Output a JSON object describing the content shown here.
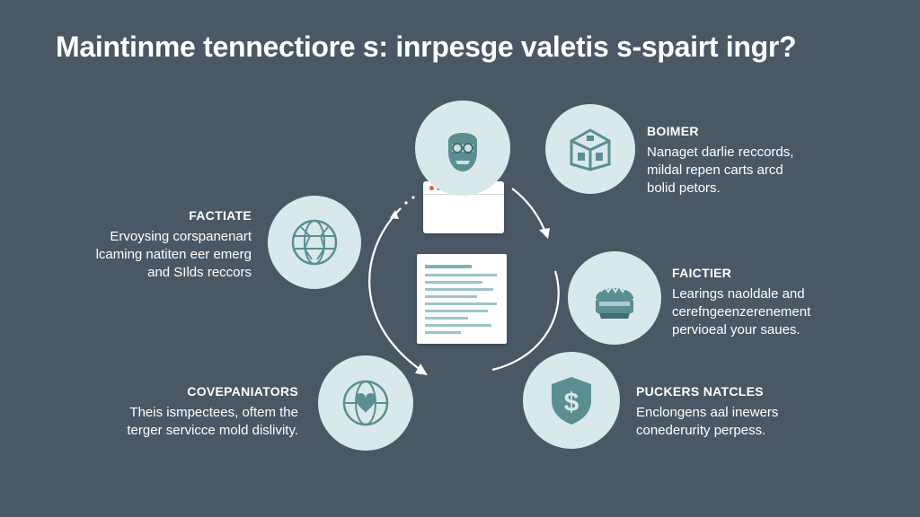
{
  "title": "Maintinme tennectiore s: inrpesge valetis s-spairt ingr?",
  "colors": {
    "background": "#4a5866",
    "circle_fill": "#d9e8ea",
    "icon_teal": "#5a8e92",
    "text": "#ffffff"
  },
  "items": [
    {
      "icon": "face-icon",
      "heading": "",
      "text": ""
    },
    {
      "icon": "house-icon",
      "heading": "BOIMER",
      "text": "Nanaget darlie reccords,\nmildal repen carts arcd\nbolid petors."
    },
    {
      "icon": "globe-icon",
      "heading": "FACTIATE",
      "text": "Ervoysing corspanenart\nlcaming natiten eer emerg\nand SIlds reccors"
    },
    {
      "icon": "helmet-icon",
      "heading": "FAICTIER",
      "text": "Learings naoldale and\ncerefngeenzerenement\npervioeal your saues."
    },
    {
      "icon": "globe-heart-icon",
      "heading": "COVEPANIATORS",
      "text": "Theis ismpectees, oftem the\nterger servicce mold dislivity."
    },
    {
      "icon": "dollar-shield-icon",
      "heading": "PUCKERS NATCLES",
      "text": "Enclongens aal inewers\nconederurity perpess."
    }
  ],
  "center": {
    "browser_icon": "browser-window-icon",
    "document_icon": "document-icon"
  }
}
